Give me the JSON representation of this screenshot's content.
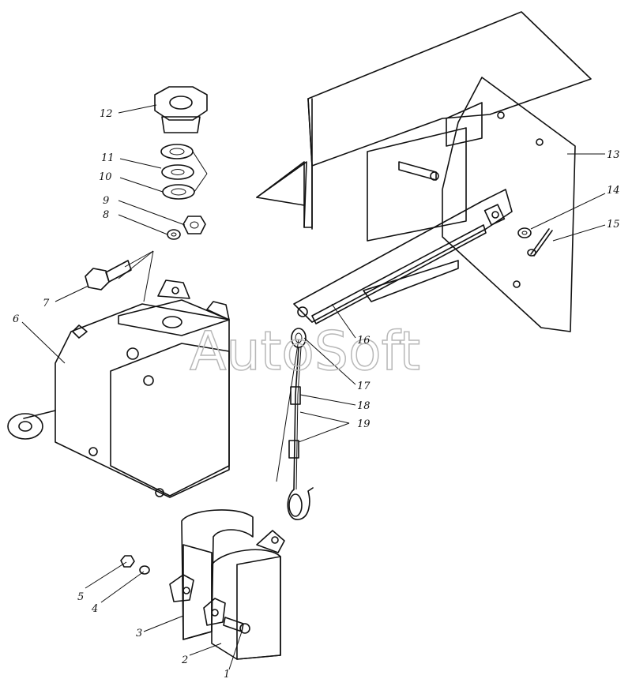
{
  "watermark": "AutoSoft",
  "colors": {
    "ink": "#111111",
    "hatch": "#333333",
    "paper": "#ffffff",
    "watermark": "#b8b8b8"
  },
  "callouts": {
    "c1": "1",
    "c2": "2",
    "c3": "3",
    "c4": "4",
    "c5": "5",
    "c6": "6",
    "c7": "7",
    "c8": "8",
    "c9": "9",
    "c10": "10",
    "c11": "11",
    "c12": "12",
    "c13": "13",
    "c14": "14",
    "c15": "15",
    "c16": "16",
    "c17": "17",
    "c18": "18",
    "c19": "19"
  }
}
